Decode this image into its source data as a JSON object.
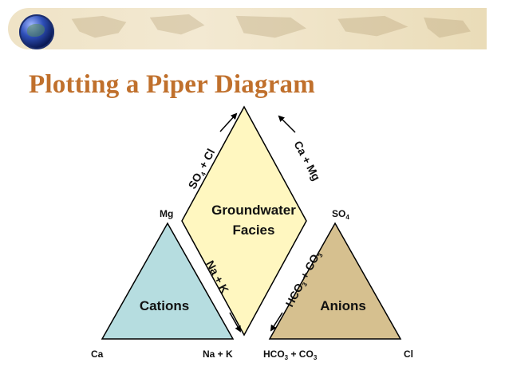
{
  "slide": {
    "title": "Plotting a Piper Diagram"
  },
  "diagram": {
    "diamond": {
      "line1": "Groundwater",
      "line2": "Facies",
      "color": "#fff7c0"
    },
    "cations": {
      "label": "Cations",
      "color": "#b6dde0"
    },
    "anions": {
      "label": "Anions",
      "color": "#d6c08f"
    },
    "corners": {
      "mg": "Mg",
      "ca": "Ca",
      "na_k": "Na + K",
      "so4": {
        "base": "SO",
        "sub": "4"
      },
      "cl": "Cl",
      "hco3_co3": {
        "a": "HCO",
        "a_sub": "3",
        "b": " + CO",
        "b_sub": "3"
      }
    },
    "axes": {
      "so4_cl": {
        "a": "SO",
        "a_sub": "4",
        "b": " + Cl"
      },
      "ca_mg": "Ca + Mg",
      "na_k": "Na + K",
      "hco3_co3": {
        "a": "HCO",
        "a_sub": "3",
        "b": " + CO",
        "b_sub": "3"
      }
    }
  }
}
